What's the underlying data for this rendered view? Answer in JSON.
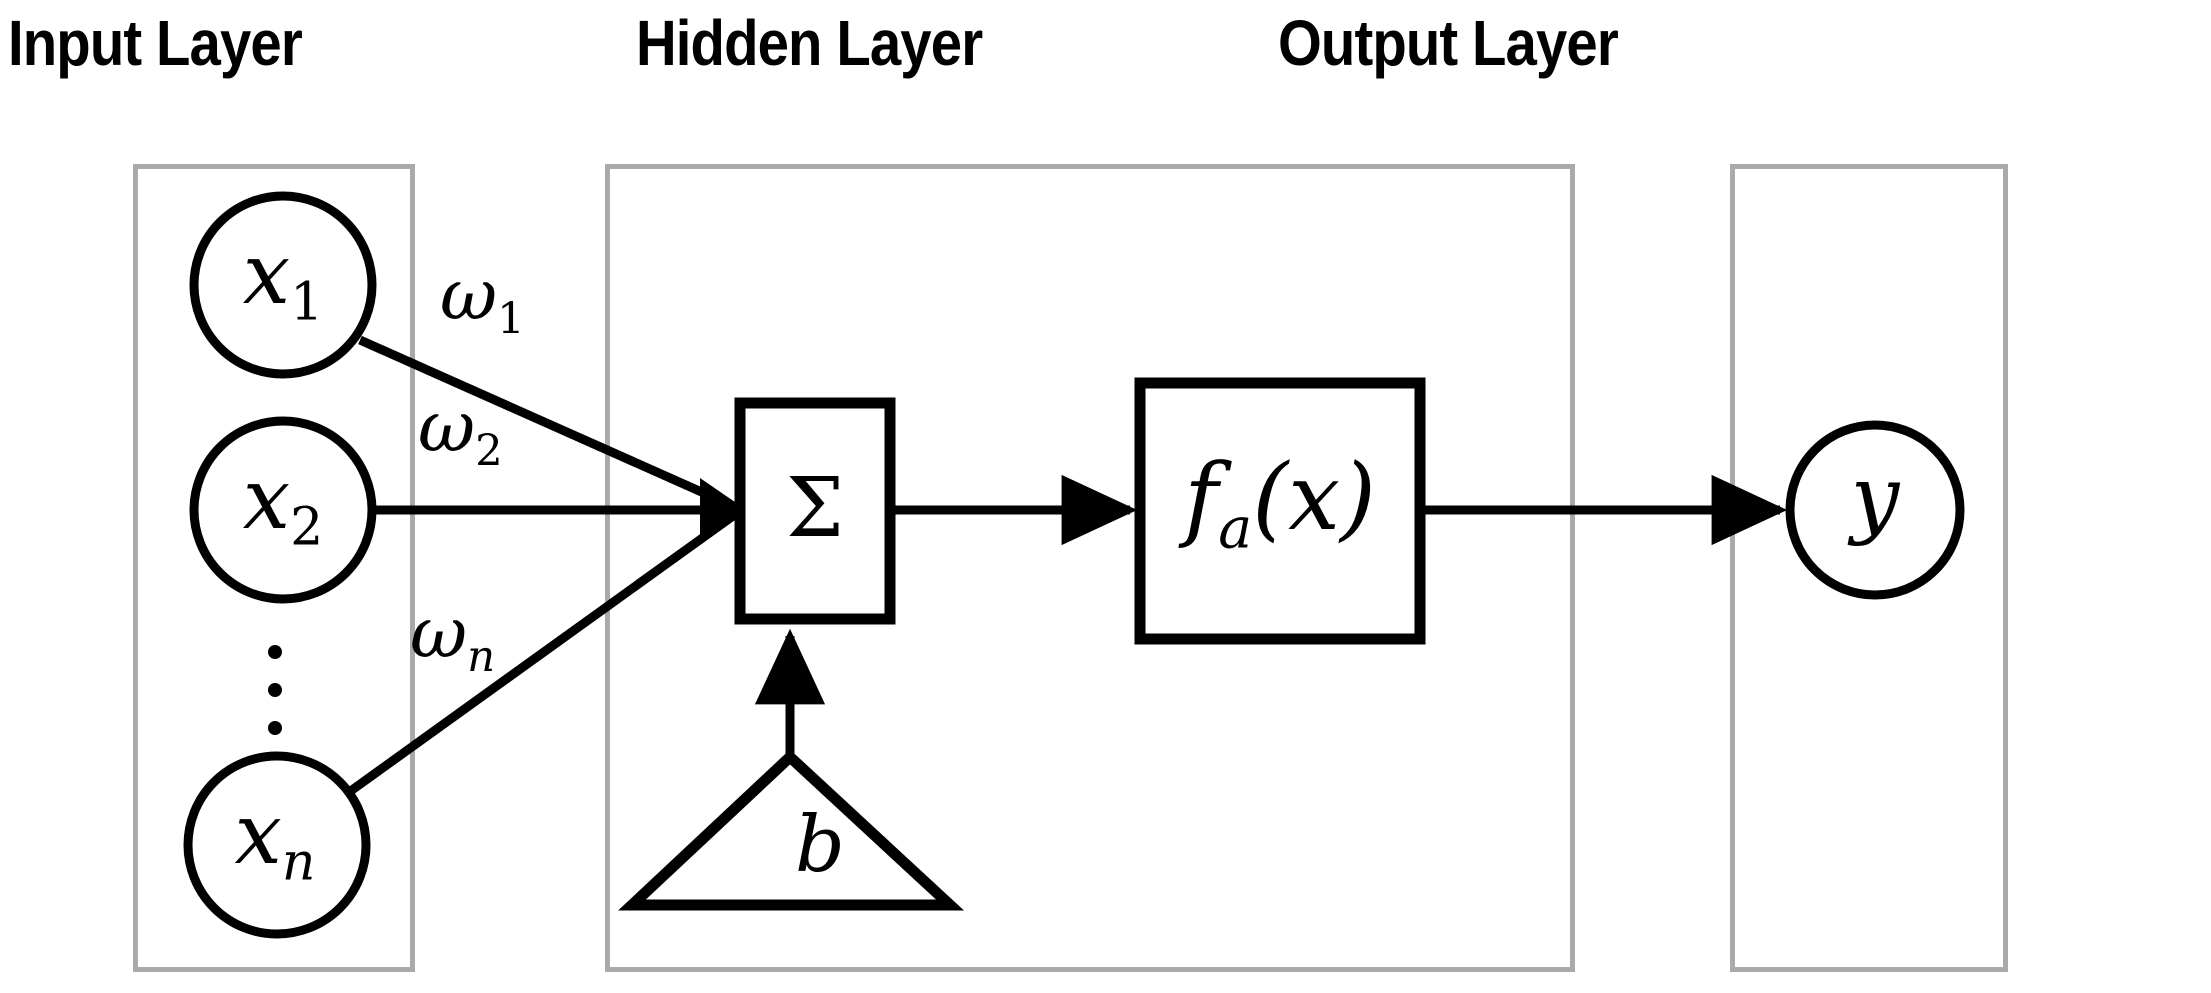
{
  "diagram": {
    "type": "artificial-neuron-schematic",
    "background_color": "#ffffff",
    "stroke_color": "#000000",
    "layer_box_color": "#aaaaaa"
  },
  "titles": {
    "input": "Input Layer",
    "hidden": "Hidden Layer",
    "output": "Output Layer"
  },
  "input_layer": {
    "nodes": [
      {
        "label": "x",
        "subscript": "1"
      },
      {
        "label": "x",
        "subscript": "2"
      },
      {
        "label": "x",
        "subscript": "n"
      }
    ],
    "ellipsis": "vertical-dots"
  },
  "weights": [
    {
      "symbol": "ω",
      "subscript": "1"
    },
    {
      "symbol": "ω",
      "subscript": "2"
    },
    {
      "symbol": "ω",
      "subscript": "n"
    }
  ],
  "hidden_layer": {
    "summation_symbol": "Σ",
    "activation_function": "f",
    "activation_subscript": "a",
    "activation_argument": "(x)",
    "bias_symbol": "b"
  },
  "output_layer": {
    "node_label": "y"
  }
}
